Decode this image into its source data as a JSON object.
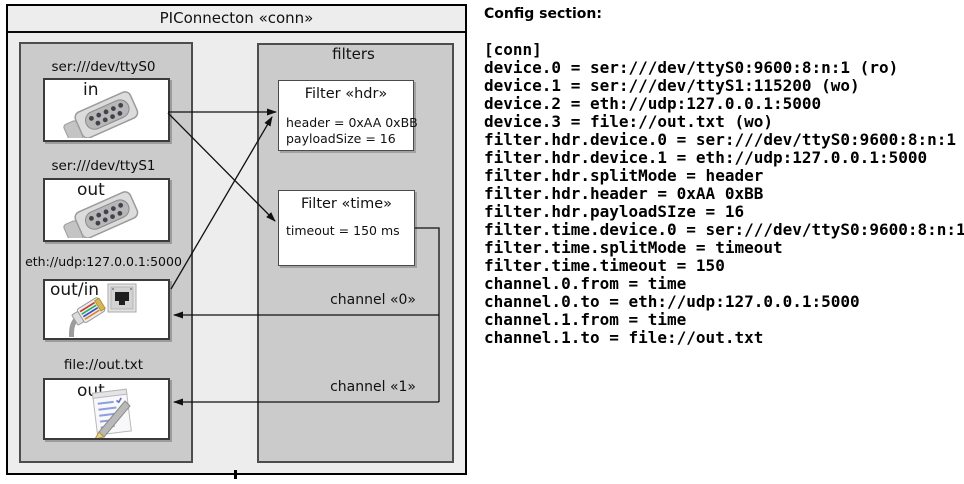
{
  "colors": {
    "outer_fill": "#ededed",
    "panel_fill": "#cbcbcb",
    "box_fill": "#ffffff",
    "outer_border": "#000000",
    "panel_border": "#4d4d4d",
    "arrow": "#111111"
  },
  "diagram": {
    "title": "PIConnecton «conn»",
    "filters_title": "filters",
    "devices": [
      {
        "label": "ser:///dev/ttyS0",
        "direction": "in",
        "icon": "serial-connector-icon"
      },
      {
        "label": "ser:///dev/ttyS1",
        "direction": "out",
        "icon": "serial-connector-icon"
      },
      {
        "label": "eth://udp:127.0.0.1:5000",
        "direction": "out/in",
        "icon": "ethernet-jack-icon ethernet-plug-icon"
      },
      {
        "label": "file://out.txt",
        "direction": "out",
        "icon": "notepad-icon"
      }
    ],
    "filters": [
      {
        "title": "Filter «hdr»",
        "attrs": [
          "header = 0xAA 0xBB",
          "payloadSize = 16"
        ]
      },
      {
        "title": "Filter «time»",
        "attrs": [
          "timeout = 150 ms"
        ]
      }
    ],
    "channels": [
      {
        "label": "channel «0»"
      },
      {
        "label": "channel «1»"
      }
    ]
  },
  "config": {
    "title": "Config section:",
    "lines": [
      "[conn]",
      "device.0 = ser:///dev/ttyS0:9600:8:n:1 (ro)",
      "device.1 = ser:///dev/ttyS1:115200 (wo)",
      "device.2 = eth://udp:127.0.0.1:5000",
      "device.3 = file://out.txt (wo)",
      "filter.hdr.device.0 = ser:///dev/ttyS0:9600:8:n:1",
      "filter.hdr.device.1 = eth://udp:127.0.0.1:5000",
      "filter.hdr.splitMode = header",
      "filter.hdr.header = 0xAA 0xBB",
      "filter.hdr.payloadSIze = 16",
      "filter.time.device.0 = ser:///dev/ttyS0:9600:8:n:1",
      "filter.time.splitMode = timeout",
      "filter.time.timeout = 150",
      "channel.0.from = time",
      "channel.0.to = eth://udp:127.0.0.1:5000",
      "channel.1.from = time",
      "channel.1.to = file://out.txt"
    ]
  }
}
